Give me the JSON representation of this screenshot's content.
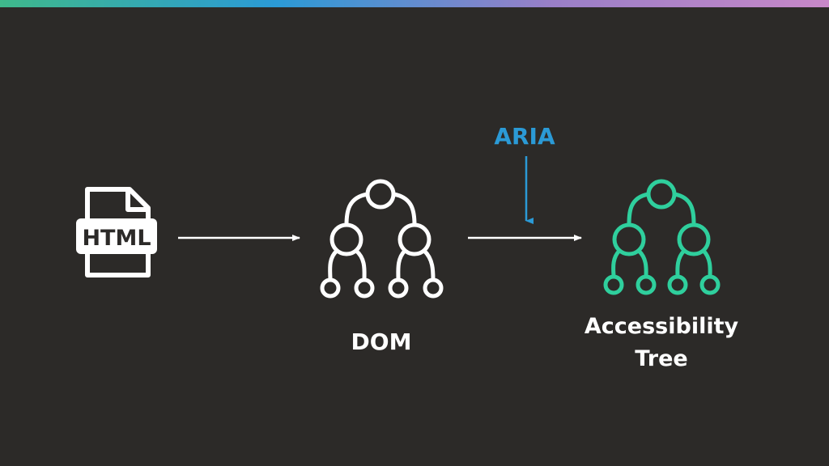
{
  "colors": {
    "background": "#2c2a28",
    "white": "#ffffff",
    "aria_blue": "#2b9ad6",
    "tree_green": "#2fcf9d",
    "bar_gradient": [
      "#3fb98b",
      "#2b9ad6",
      "#9a7fc8",
      "#c888c8"
    ]
  },
  "nodes": {
    "html": {
      "label": "HTML",
      "icon": "html-file-icon"
    },
    "dom": {
      "label": "DOM",
      "icon": "tree-icon"
    },
    "accessibility": {
      "label_line1": "Accessibility",
      "label_line2": "Tree",
      "icon": "tree-icon"
    }
  },
  "aria": {
    "label": "ARIA"
  }
}
